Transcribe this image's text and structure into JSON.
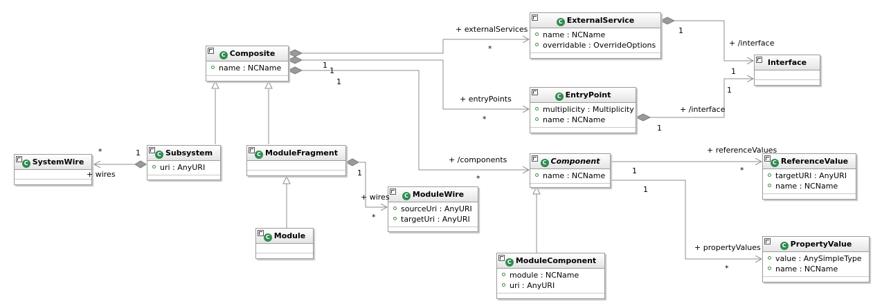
{
  "classes": {
    "external_service": {
      "name": "ExternalService",
      "attrs": [
        "name : NCName",
        "overridable : OverrideOptions"
      ]
    },
    "interface": {
      "name": "Interface",
      "attrs": []
    },
    "composite": {
      "name": "Composite",
      "attrs": [
        "name : NCName"
      ]
    },
    "entry_point": {
      "name": "EntryPoint",
      "attrs": [
        "multiplicity : Multiplicity",
        "name : NCName"
      ]
    },
    "system_wire": {
      "name": "SystemWire",
      "attrs": []
    },
    "subsystem": {
      "name": "Subsystem",
      "attrs": [
        "uri : AnyURI"
      ]
    },
    "module_fragment": {
      "name": "ModuleFragment",
      "attrs": []
    },
    "component": {
      "name": "Component",
      "attrs": [
        "name : NCName"
      ]
    },
    "reference_value": {
      "name": "ReferenceValue",
      "attrs": [
        "targetURI : AnyURI",
        "name : NCName"
      ]
    },
    "module_wire": {
      "name": "ModuleWire",
      "attrs": [
        "sourceUri : AnyURI",
        "targetUri : AnyURI"
      ]
    },
    "module": {
      "name": "Module",
      "attrs": []
    },
    "module_component": {
      "name": "ModuleComponent",
      "attrs": [
        "module : NCName",
        "uri : AnyURI"
      ]
    },
    "property_value": {
      "name": "PropertyValue",
      "attrs": [
        "value : AnySimpleType",
        "name : NCName"
      ]
    }
  },
  "labels": {
    "external_services_role": "+ externalServices",
    "external_services_mult": "*",
    "ext_one": "1",
    "ext_iface_role": "+ /interface",
    "iface_one_a": "1",
    "iface_one_b": "1",
    "entry_points_role": "+ entryPoints",
    "entry_points_mult": "*",
    "ep_iface_role": "+ /interface",
    "ep_one": "1",
    "comp_one_a": "1",
    "comp_one_b": "1",
    "comp_one_c": "1",
    "components_role": "+ /components",
    "components_mult": "*",
    "sw_mult": "*",
    "sw_one": "1",
    "wires_role": "+ wires",
    "mf_one": "1",
    "mf_wires_role": "+ wires",
    "mw_mult": "*",
    "ref_role": "+ referenceValues",
    "ref_mult": "*",
    "ref_one": "1",
    "prop_one": "1",
    "prop_role": "+ propertyValues",
    "prop_mult": "*"
  },
  "colors": {
    "line": "#8c8c8c",
    "class_icon": "#2f8a4f",
    "diamond": "#9a9a9a"
  }
}
